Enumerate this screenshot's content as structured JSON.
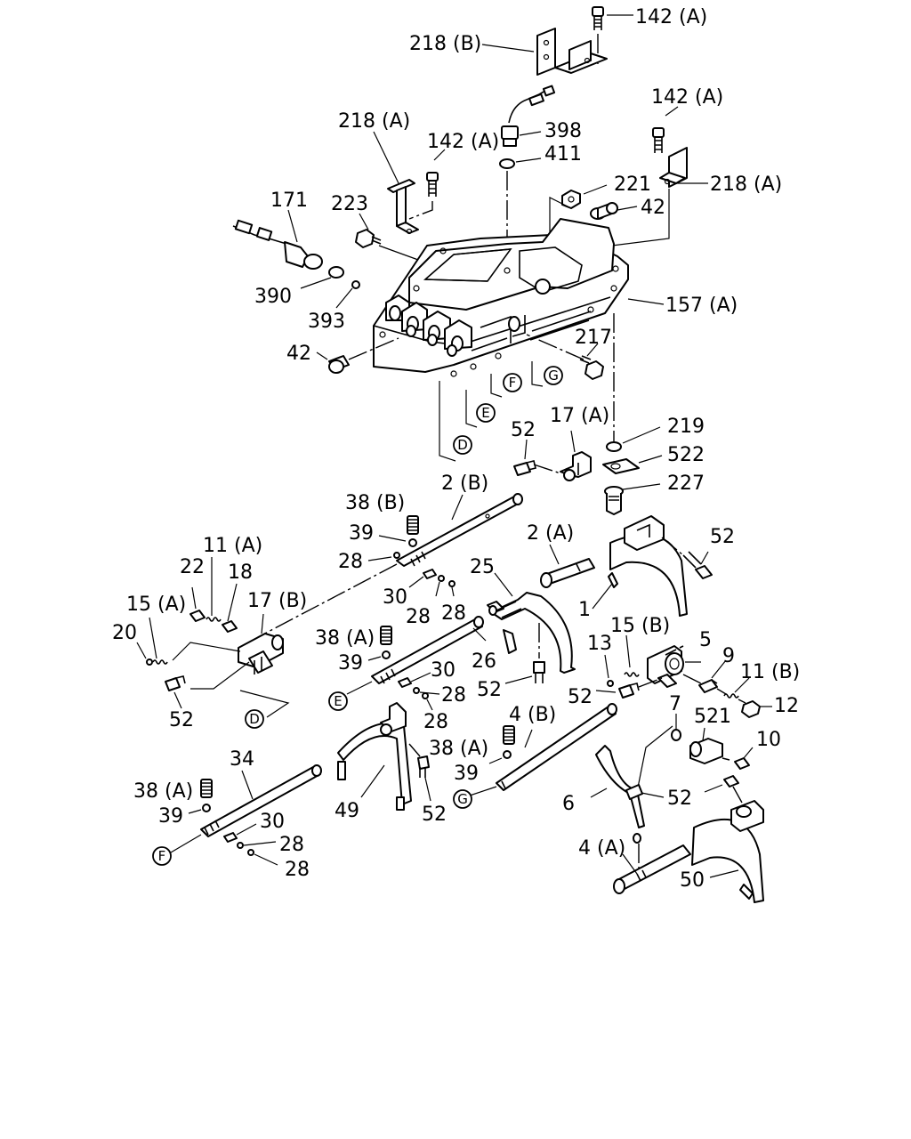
{
  "parts": [
    {
      "id": "p-142A-top",
      "text": "142 (A)"
    },
    {
      "id": "p-218B",
      "text": "218 (B)"
    },
    {
      "id": "p-142A-right",
      "text": "142 (A)"
    },
    {
      "id": "p-218A-left",
      "text": "218 (A)"
    },
    {
      "id": "p-142A-mid",
      "text": "142 (A)"
    },
    {
      "id": "p-398",
      "text": "398"
    },
    {
      "id": "p-411",
      "text": "411"
    },
    {
      "id": "p-221",
      "text": "221"
    },
    {
      "id": "p-218A-right",
      "text": "218 (A)"
    },
    {
      "id": "p-171",
      "text": "171"
    },
    {
      "id": "p-223",
      "text": "223"
    },
    {
      "id": "p-42-top",
      "text": "42"
    },
    {
      "id": "p-390",
      "text": "390"
    },
    {
      "id": "p-157A",
      "text": "157 (A)"
    },
    {
      "id": "p-393",
      "text": "393"
    },
    {
      "id": "p-217",
      "text": "217"
    },
    {
      "id": "p-42-left",
      "text": "42"
    },
    {
      "id": "p-219",
      "text": "219"
    },
    {
      "id": "p-52-a",
      "text": "52"
    },
    {
      "id": "p-17A",
      "text": "17 (A)"
    },
    {
      "id": "p-522",
      "text": "522"
    },
    {
      "id": "p-2B",
      "text": "2 (B)"
    },
    {
      "id": "p-227",
      "text": "227"
    },
    {
      "id": "p-38B",
      "text": "38 (B)"
    },
    {
      "id": "p-39-a",
      "text": "39"
    },
    {
      "id": "p-2A",
      "text": "2 (A)"
    },
    {
      "id": "p-52-b",
      "text": "52"
    },
    {
      "id": "p-11A",
      "text": "11 (A)"
    },
    {
      "id": "p-28-a",
      "text": "28"
    },
    {
      "id": "p-22",
      "text": "22"
    },
    {
      "id": "p-18",
      "text": "18"
    },
    {
      "id": "p-25",
      "text": "25"
    },
    {
      "id": "p-17B",
      "text": "17 (B)"
    },
    {
      "id": "p-30-a",
      "text": "30"
    },
    {
      "id": "p-15A",
      "text": "15 (A)"
    },
    {
      "id": "p-28-b",
      "text": "28"
    },
    {
      "id": "p-28-c",
      "text": "28"
    },
    {
      "id": "p-1",
      "text": "1"
    },
    {
      "id": "p-20",
      "text": "20"
    },
    {
      "id": "p-38A-a",
      "text": "38 (A)"
    },
    {
      "id": "p-15B",
      "text": "15 (B)"
    },
    {
      "id": "p-5",
      "text": "5"
    },
    {
      "id": "p-13",
      "text": "13"
    },
    {
      "id": "p-39-b",
      "text": "39"
    },
    {
      "id": "p-26",
      "text": "26"
    },
    {
      "id": "p-9",
      "text": "9"
    },
    {
      "id": "p-30-b",
      "text": "30"
    },
    {
      "id": "p-11B",
      "text": "11 (B)"
    },
    {
      "id": "p-52-c",
      "text": "52"
    },
    {
      "id": "p-52-d",
      "text": "52"
    },
    {
      "id": "p-28-d",
      "text": "28"
    },
    {
      "id": "p-12",
      "text": "12"
    },
    {
      "id": "p-52-e",
      "text": "52"
    },
    {
      "id": "p-28-e",
      "text": "28"
    },
    {
      "id": "p-7",
      "text": "7"
    },
    {
      "id": "p-4B",
      "text": "4 (B)"
    },
    {
      "id": "p-521",
      "text": "521"
    },
    {
      "id": "p-38A-b",
      "text": "38 (A)"
    },
    {
      "id": "p-10",
      "text": "10"
    },
    {
      "id": "p-34",
      "text": "34"
    },
    {
      "id": "p-39-c",
      "text": "39"
    },
    {
      "id": "p-38A-c",
      "text": "38 (A)"
    },
    {
      "id": "p-6",
      "text": "6"
    },
    {
      "id": "p-52-f",
      "text": "52"
    },
    {
      "id": "p-39-d",
      "text": "39"
    },
    {
      "id": "p-49",
      "text": "49"
    },
    {
      "id": "p-52-g",
      "text": "52"
    },
    {
      "id": "p-30-c",
      "text": "30"
    },
    {
      "id": "p-28-f",
      "text": "28"
    },
    {
      "id": "p-4A",
      "text": "4 (A)"
    },
    {
      "id": "p-28-g",
      "text": "28"
    },
    {
      "id": "p-50",
      "text": "50"
    }
  ],
  "references": {
    "D-top": "D",
    "E-top": "E",
    "F-top": "F",
    "G-top": "G",
    "D-bottom": "D",
    "E-bottom": "E",
    "F-bottom": "F",
    "G-bottom": "G"
  }
}
